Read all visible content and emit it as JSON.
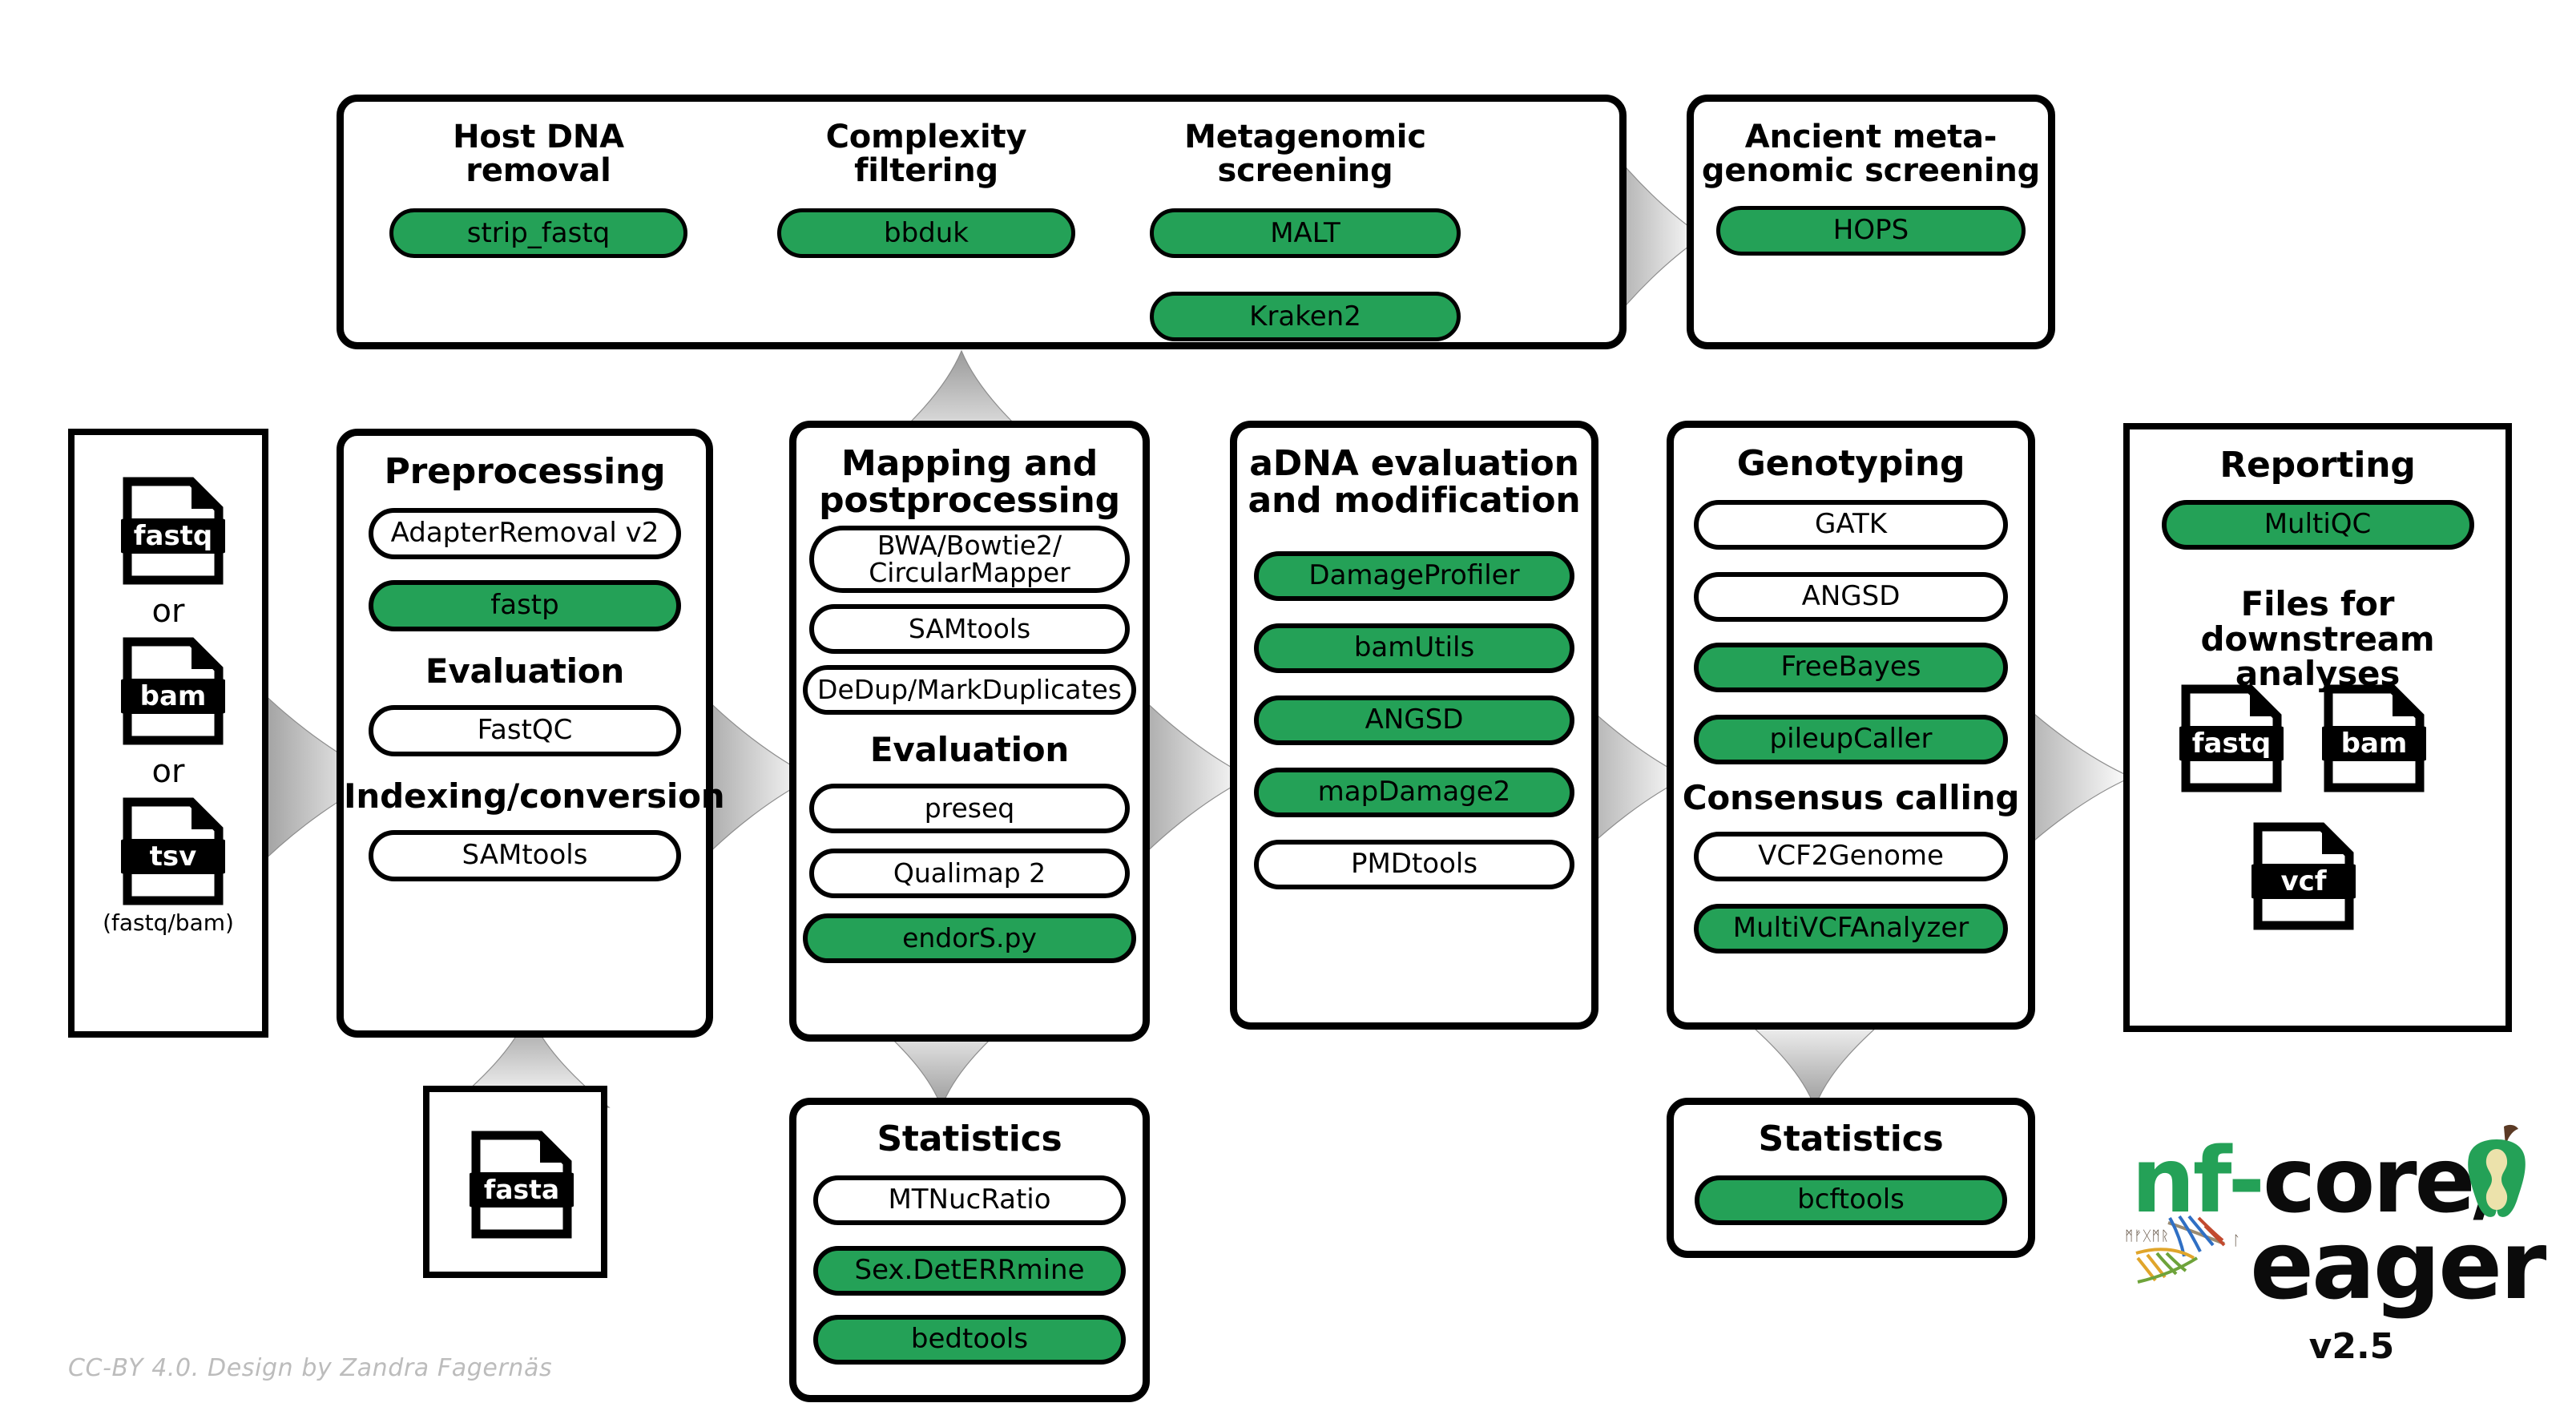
{
  "colors": {
    "green": "#24a157",
    "outline": "#000000",
    "background": "#ffffff",
    "credit_gray": "#bcbcbc",
    "logo_green": "#24a157",
    "apple_flesh": "#ece2ab",
    "apple_stem": "#5b3a25"
  },
  "input": {
    "files": [
      {
        "label": "fastq"
      },
      {
        "label": "bam"
      },
      {
        "label": "tsv"
      }
    ],
    "or_1": "or",
    "or_2": "or",
    "note": "(fastq/bam)"
  },
  "reference": {
    "file": {
      "label": "fasta"
    }
  },
  "top_row": {
    "screening_panel": {
      "sections": [
        {
          "title": "Host DNA\nremoval",
          "tools": [
            {
              "label": "strip_fastq",
              "green": true
            }
          ]
        },
        {
          "title": "Complexity\nfiltering",
          "tools": [
            {
              "label": "bbduk",
              "green": true
            }
          ]
        },
        {
          "title": "Metagenomic\nscreening",
          "tools": [
            {
              "label": "MALT",
              "green": true
            },
            {
              "label": "Kraken2",
              "green": true
            }
          ]
        }
      ]
    },
    "ancient_panel": {
      "title": "Ancient meta-\ngenomic screening",
      "tools": [
        {
          "label": "HOPS",
          "green": true
        }
      ]
    }
  },
  "main_row": {
    "preprocessing": {
      "title": "Preprocessing",
      "groups": [
        {
          "heading": null,
          "tools": [
            {
              "label": "AdapterRemoval v2",
              "green": false
            },
            {
              "label": "fastp",
              "green": true
            }
          ]
        },
        {
          "heading": "Evaluation",
          "tools": [
            {
              "label": "FastQC",
              "green": false
            }
          ]
        },
        {
          "heading": "Indexing/conversion",
          "tools": [
            {
              "label": "SAMtools",
              "green": false
            }
          ]
        }
      ]
    },
    "mapping": {
      "title": "Mapping and\npostprocessing",
      "groups": [
        {
          "heading": null,
          "tools": [
            {
              "label": "BWA/Bowtie2/\nCircularMapper",
              "green": false
            },
            {
              "label": "SAMtools",
              "green": false
            },
            {
              "label": "DeDup/MarkDuplicates",
              "green": false
            }
          ]
        },
        {
          "heading": "Evaluation",
          "tools": [
            {
              "label": "preseq",
              "green": false
            },
            {
              "label": "Qualimap 2",
              "green": false
            },
            {
              "label": "endorS.py",
              "green": true
            }
          ]
        }
      ]
    },
    "adna": {
      "title": "aDNA evaluation\nand modification",
      "groups": [
        {
          "heading": null,
          "tools": [
            {
              "label": "DamageProfiler",
              "green": true
            },
            {
              "label": "bamUtils",
              "green": true
            },
            {
              "label": "ANGSD",
              "green": true
            },
            {
              "label": "mapDamage2",
              "green": true
            },
            {
              "label": "PMDtools",
              "green": false
            }
          ]
        }
      ]
    },
    "genotyping": {
      "title": "Genotyping",
      "groups": [
        {
          "heading": null,
          "tools": [
            {
              "label": "GATK",
              "green": false
            },
            {
              "label": "ANGSD",
              "green": false
            },
            {
              "label": "FreeBayes",
              "green": true
            },
            {
              "label": "pileupCaller",
              "green": true
            }
          ]
        },
        {
          "heading": "Consensus calling",
          "tools": [
            {
              "label": "VCF2Genome",
              "green": false
            },
            {
              "label": "MultiVCFAnalyzer",
              "green": true
            }
          ]
        }
      ]
    },
    "reporting": {
      "title": "Reporting",
      "tools": [
        {
          "label": "MultiQC",
          "green": true
        }
      ],
      "downstream_heading": "Files for downstream\nanalyses",
      "files": [
        {
          "label": "fastq"
        },
        {
          "label": "bam"
        },
        {
          "label": "vcf"
        }
      ]
    }
  },
  "bottom_row": {
    "stats_mapping": {
      "title": "Statistics",
      "tools": [
        {
          "label": "MTNucRatio",
          "green": false
        },
        {
          "label": "Sex.DetERRmine",
          "green": true
        },
        {
          "label": "bedtools",
          "green": true
        }
      ]
    },
    "stats_genotyping": {
      "title": "Statistics",
      "tools": [
        {
          "label": "bcftools",
          "green": true
        }
      ]
    }
  },
  "logo": {
    "nf": "nf-",
    "core": "core/",
    "eager": "eager",
    "version": "v2.5"
  },
  "credit": "CC-BY 4.0. Design by Zandra Fagernäs"
}
